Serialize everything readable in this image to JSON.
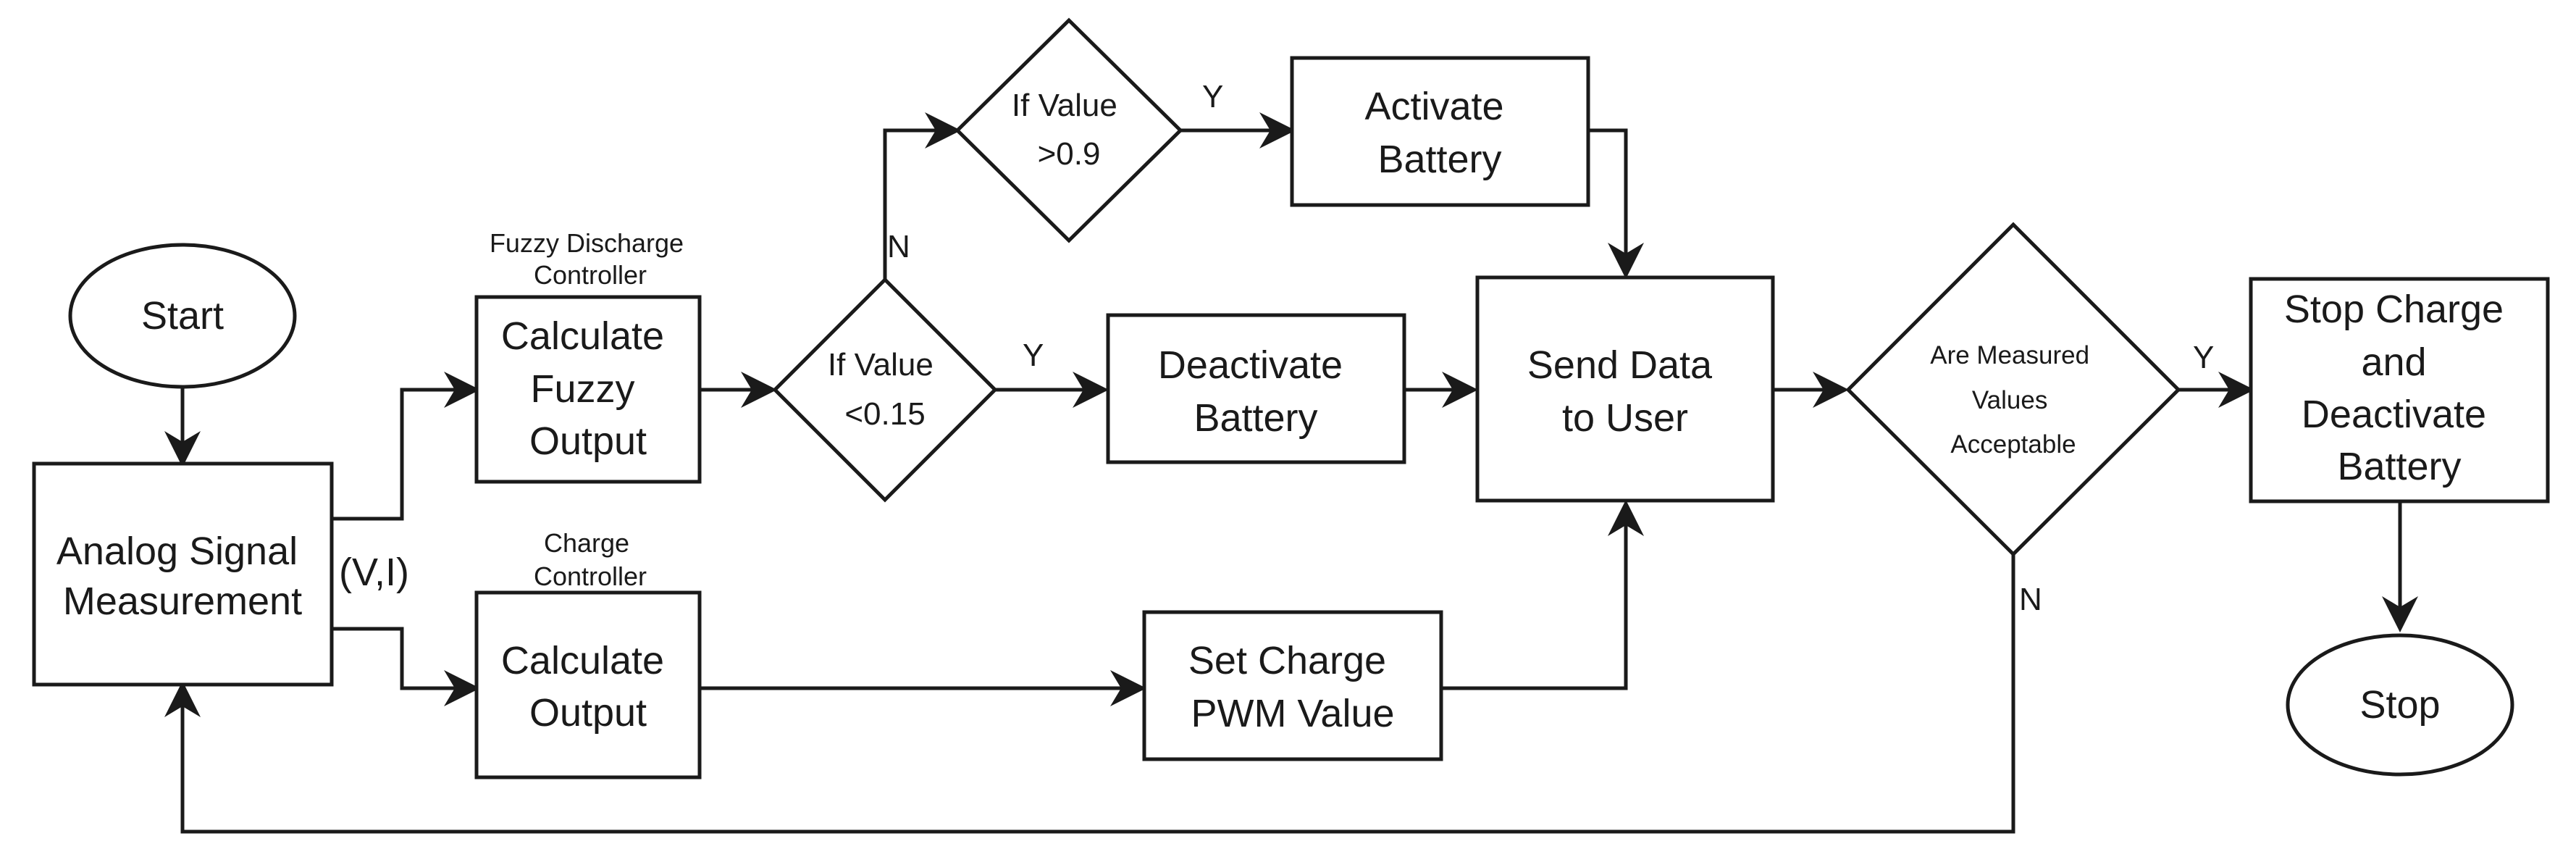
{
  "nodes": {
    "start": {
      "label": "Start"
    },
    "analog": {
      "lines": [
        "Analog Signal",
        "Measurement"
      ]
    },
    "fuzzy_calc": {
      "caption": [
        "Fuzzy Discharge",
        "Controller"
      ],
      "lines": [
        "Calculate",
        "Fuzzy",
        "Output"
      ]
    },
    "charge_calc": {
      "caption": [
        "Charge",
        "Controller"
      ],
      "lines": [
        "Calculate",
        "Output"
      ]
    },
    "if_low": {
      "lines": [
        "If Value",
        "<0.15"
      ]
    },
    "if_high": {
      "lines": [
        "If Value",
        ">0.9"
      ]
    },
    "activate": {
      "lines": [
        "Activate",
        "Battery"
      ]
    },
    "deactivate": {
      "lines": [
        "Deactivate",
        "Battery"
      ]
    },
    "set_pwm": {
      "lines": [
        "Set Charge",
        "PWM Value"
      ]
    },
    "send_data": {
      "lines": [
        "Send Data",
        "to User"
      ]
    },
    "acceptable": {
      "lines": [
        "Are Measured",
        "Values",
        "Acceptable"
      ]
    },
    "stop_charge": {
      "lines": [
        "Stop Charge",
        "and",
        "Deactivate",
        "Battery"
      ]
    },
    "stop": {
      "label": "Stop"
    }
  },
  "edge_labels": {
    "vi": "(V,I)",
    "low_yes": "Y",
    "low_no": "N",
    "high_yes": "Y",
    "accept_yes": "Y",
    "accept_no": "N"
  }
}
